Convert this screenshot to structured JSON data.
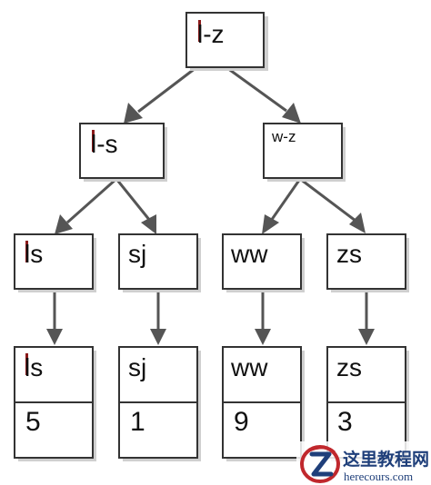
{
  "tree": {
    "root": {
      "label": "l-z"
    },
    "level2": [
      {
        "label": "l-s"
      },
      {
        "label": "w-z"
      }
    ],
    "level3": [
      {
        "label": "ls"
      },
      {
        "label": "sj"
      },
      {
        "label": "ww"
      },
      {
        "label": "zs"
      }
    ],
    "leaves": [
      {
        "key": "ls",
        "value": "5"
      },
      {
        "key": "sj",
        "value": "1"
      },
      {
        "key": "ww",
        "value": "9"
      },
      {
        "key": "zs",
        "value": "3"
      }
    ]
  },
  "watermark": {
    "title": "这里教程网",
    "subtitle": "herecours.com"
  },
  "colors": {
    "edge": "#555555",
    "box_border": "#333333",
    "cursor_mark": "#8b1a1a",
    "watermark": "#1f3f7a",
    "logo_red": "#c0282d"
  }
}
